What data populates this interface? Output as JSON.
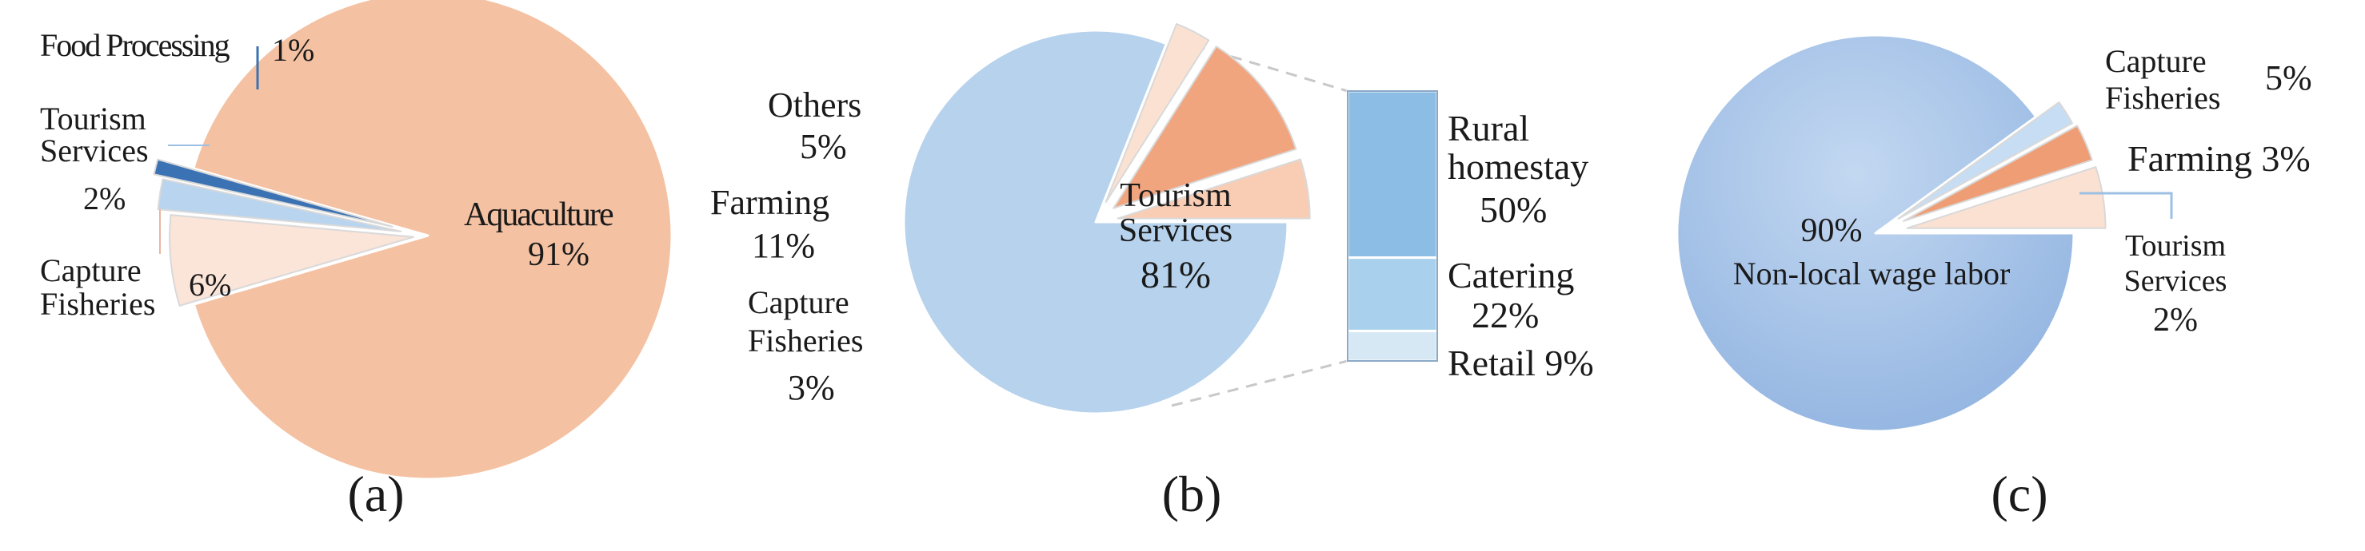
{
  "chart_data": [
    {
      "type": "pie",
      "panel": "(a)",
      "slices": [
        {
          "label": "Aquaculture",
          "value": 91,
          "value_label": "91%",
          "color": "#f4c1a2"
        },
        {
          "label": "Capture Fisheries",
          "value": 6,
          "value_label": "6%",
          "color": "#fbe4d8"
        },
        {
          "label": "Tourism Services",
          "value": 2,
          "value_label": "2%",
          "color": "#b9d4ee"
        },
        {
          "label": "Food Processing",
          "value": 1,
          "value_label": "1%",
          "color": "#3b72b3"
        }
      ],
      "texts": {
        "aquaculture": "Aquaculture",
        "aquaculture_pct": "91%",
        "capture_1": "Capture",
        "capture_2": "Fisheries",
        "capture_pct": "6%",
        "tourism_1": "Tourism",
        "tourism_2": "Services",
        "tourism_pct": "2%",
        "food": "Food Processing",
        "food_pct": "1%"
      }
    },
    {
      "type": "bar-of-pie",
      "panel": "(b)",
      "slices": [
        {
          "label": "Tourism Services",
          "value": 81,
          "value_label": "81%",
          "color": "#b6d2ec"
        },
        {
          "label": "Capture Fisheries",
          "value": 3,
          "value_label": "3%",
          "color": "#fbe1d2"
        },
        {
          "label": "Farming",
          "value": 11,
          "value_label": "11%",
          "color": "#f0a57f"
        },
        {
          "label": "Others",
          "value": 5,
          "value_label": "5%",
          "color": "#f9cdb4"
        }
      ],
      "breakdown_of": "Tourism Services",
      "breakdown": [
        {
          "label": "Rural homestay",
          "value": 50,
          "value_label": "50%",
          "color": "#8cbde4"
        },
        {
          "label": "Catering",
          "value": 22,
          "value_label": "22%",
          "color": "#a9d1ee"
        },
        {
          "label": "Retail",
          "value": 9,
          "value_label": "9%",
          "color": "#d7e8f5"
        }
      ],
      "texts": {
        "tourism_1": "Tourism",
        "tourism_2": "Services",
        "tourism_pct": "81%",
        "others": "Others",
        "others_pct": "5%",
        "farming": "Farming",
        "farming_pct": "11%",
        "capture_1": "Capture",
        "capture_2": "Fisheries",
        "capture_pct": "3%",
        "rural_1": "Rural",
        "rural_2": "homestay",
        "rural_pct": "50%",
        "catering": "Catering",
        "catering_pct": "22%",
        "retail": "Retail 9%"
      }
    },
    {
      "type": "pie",
      "panel": "(c)",
      "slices": [
        {
          "label": "Non-local wage labor",
          "value": 90,
          "value_label": "90%",
          "color": "#a9c7ea"
        },
        {
          "label": "Tourism Services",
          "value": 2,
          "value_label": "2%",
          "color": "#c7ddf3"
        },
        {
          "label": "Farming",
          "value": 3,
          "value_label": "3%",
          "color": "#ee9d74"
        },
        {
          "label": "Capture Fisheries",
          "value": 5,
          "value_label": "5%",
          "color": "#fbe1d2"
        }
      ],
      "texts": {
        "main_pct": "90%",
        "main": "Non-local wage labor",
        "capture_1": "Capture",
        "capture_2": "Fisheries",
        "capture_pct": "5%",
        "farming": "Farming 3%",
        "tourism_1": "Tourism",
        "tourism_2": "Services",
        "tourism_pct": "2%"
      }
    }
  ],
  "captions": {
    "a": "(a)",
    "b": "(b)",
    "c": "(c)"
  }
}
